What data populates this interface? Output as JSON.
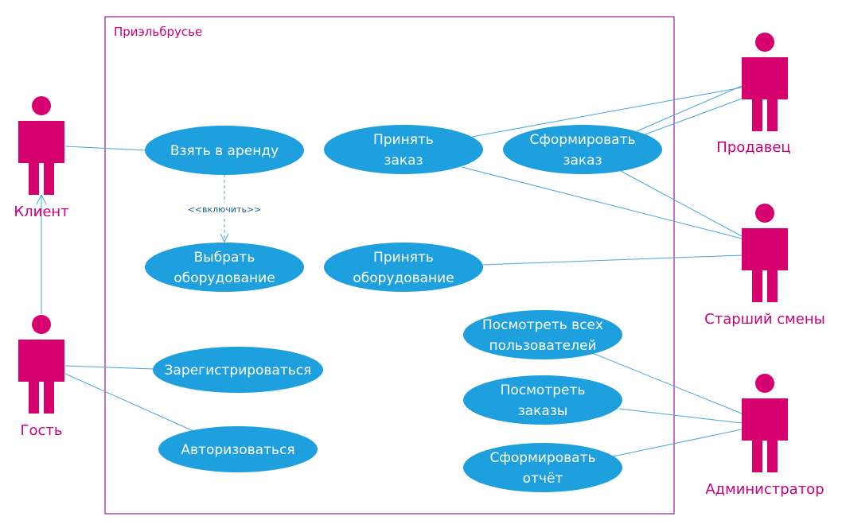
{
  "system": {
    "title": "Приэльбрусье"
  },
  "colors": {
    "actor": "#d6006f",
    "use_case": "#1e9fde",
    "line": "#4aa6d6",
    "boundary": "#a0179a",
    "label": "#c8007a"
  },
  "actors": [
    {
      "id": "client",
      "name": "Клиент"
    },
    {
      "id": "guest",
      "name": "Гость"
    },
    {
      "id": "seller",
      "name": "Продавец"
    },
    {
      "id": "senior",
      "name": "Старший смены"
    },
    {
      "id": "admin",
      "name": "Администратор"
    }
  ],
  "use_cases": [
    {
      "id": "rent",
      "lines": [
        "Взять в аренду"
      ]
    },
    {
      "id": "choose",
      "lines": [
        "Выбрать",
        "оборудование"
      ]
    },
    {
      "id": "register",
      "lines": [
        "Зарегистрироваться"
      ]
    },
    {
      "id": "login",
      "lines": [
        "Авторизоваться"
      ]
    },
    {
      "id": "accept_order",
      "lines": [
        "Принять",
        "заказ"
      ]
    },
    {
      "id": "form_order",
      "lines": [
        "Сформировать",
        "заказ"
      ]
    },
    {
      "id": "accept_equipment",
      "lines": [
        "Принять",
        "оборудование"
      ]
    },
    {
      "id": "view_users",
      "lines": [
        "Посмотреть всех",
        "пользователей"
      ]
    },
    {
      "id": "view_orders",
      "lines": [
        "Посмотреть",
        "заказы"
      ]
    },
    {
      "id": "form_report",
      "lines": [
        "Сформировать",
        "отчёт"
      ]
    }
  ],
  "relations": {
    "include_label": "<<включить>>"
  }
}
